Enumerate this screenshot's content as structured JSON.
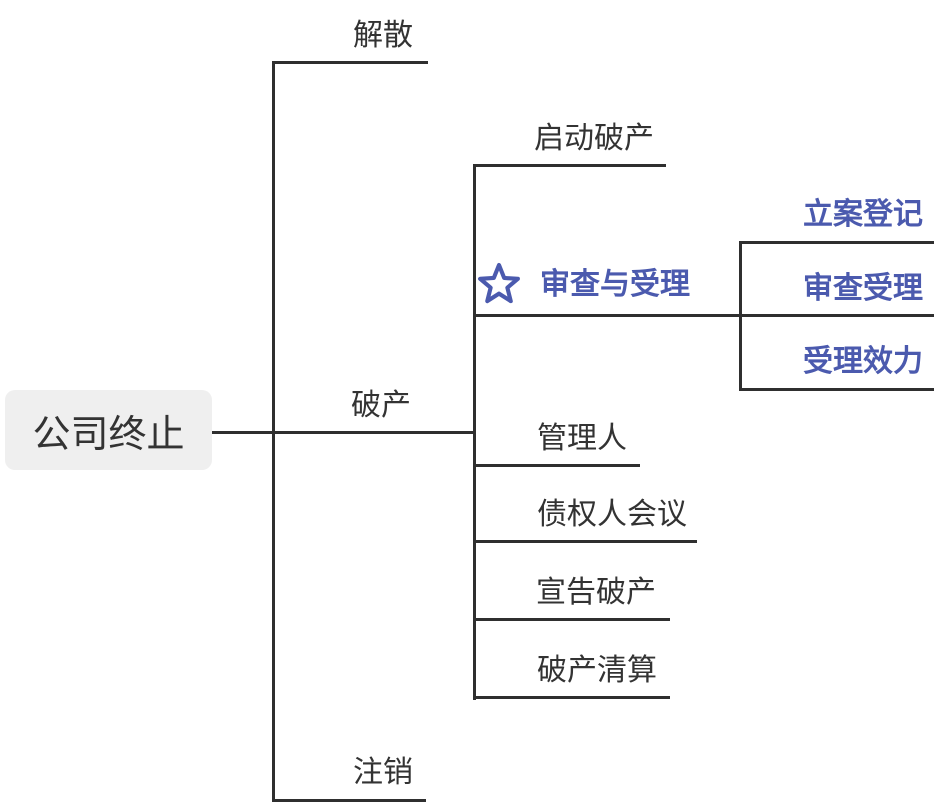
{
  "palette": {
    "accent_blue": "#4b5aae",
    "line_color": "#2f2f2f",
    "text_color": "#333333",
    "root_bg": "#efefef"
  },
  "icons": {
    "highlight": "star-icon"
  },
  "mindmap": {
    "root": {
      "label": "公司终止"
    },
    "branches": [
      {
        "label": "解散"
      },
      {
        "label": "破产",
        "children": [
          {
            "label": "启动破产"
          },
          {
            "label": "审查与受理",
            "icon": "star-icon",
            "children": [
              {
                "label": "立案登记"
              },
              {
                "label": "审查受理"
              },
              {
                "label": "受理效力"
              }
            ]
          },
          {
            "label": "管理人"
          },
          {
            "label": "债权人会议"
          },
          {
            "label": "宣告破产"
          },
          {
            "label": "破产清算"
          }
        ]
      },
      {
        "label": "注销"
      }
    ]
  }
}
